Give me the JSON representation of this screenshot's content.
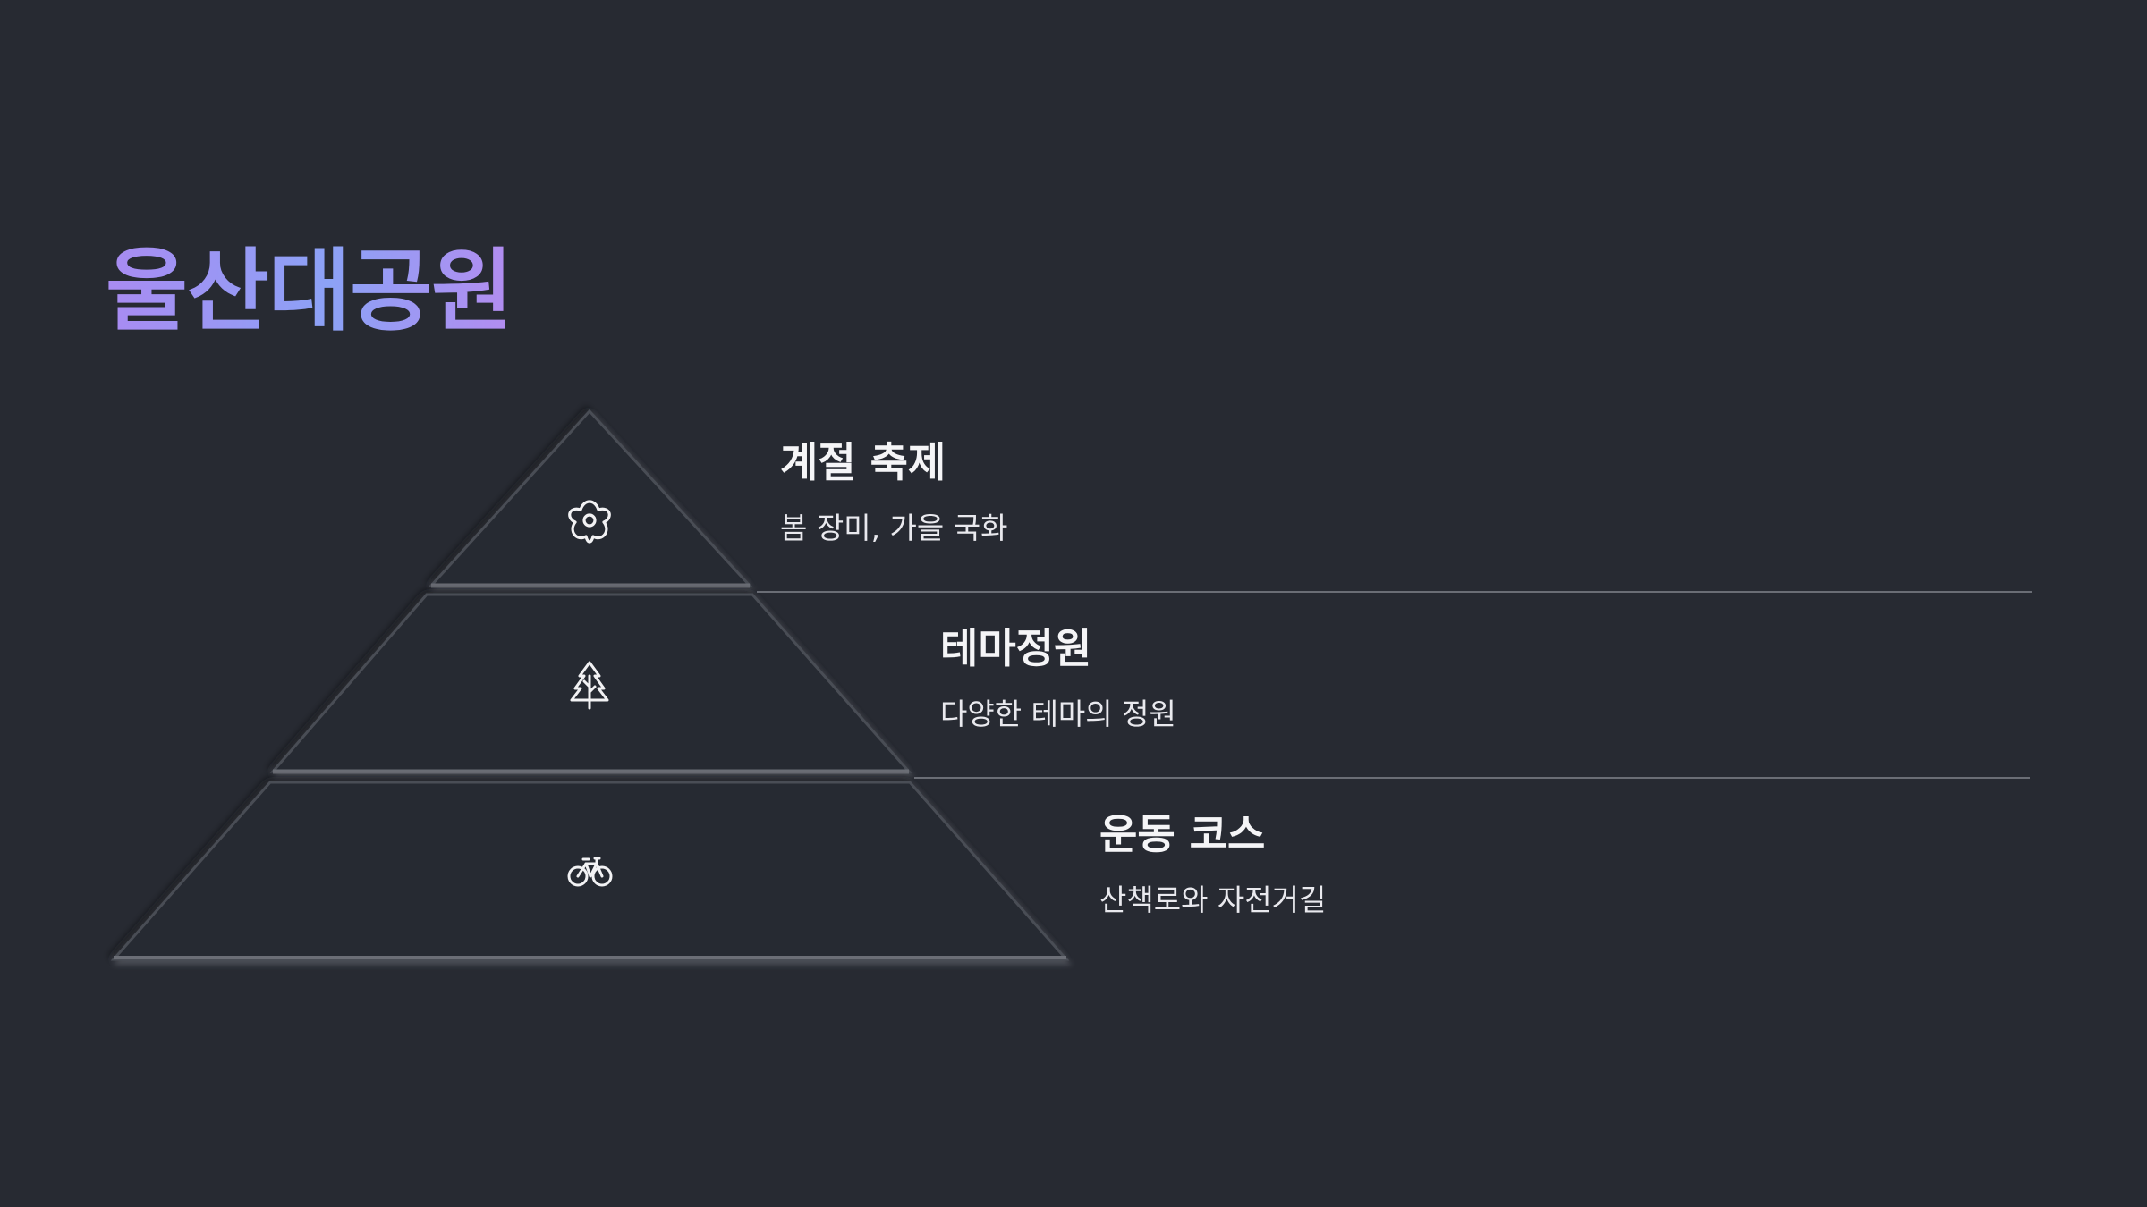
{
  "slide": {
    "title": "울산대공원",
    "colors": {
      "background": "#272a32",
      "title_gradient_start": "#a98bf2",
      "title_gradient_end": "#8ca2f6",
      "tier_fill": "#262930",
      "divider": "#6a6d75",
      "icon": "#f2f2f4"
    }
  },
  "tiers": [
    {
      "heading": "계절 축제",
      "description": "봄 장미, 가을 국화",
      "icon": "flower-icon"
    },
    {
      "heading": "테마정원",
      "description": "다양한 테마의 정원",
      "icon": "tree-icon"
    },
    {
      "heading": "운동 코스",
      "description": "산책로와 자전거길",
      "icon": "bicycle-icon"
    }
  ]
}
